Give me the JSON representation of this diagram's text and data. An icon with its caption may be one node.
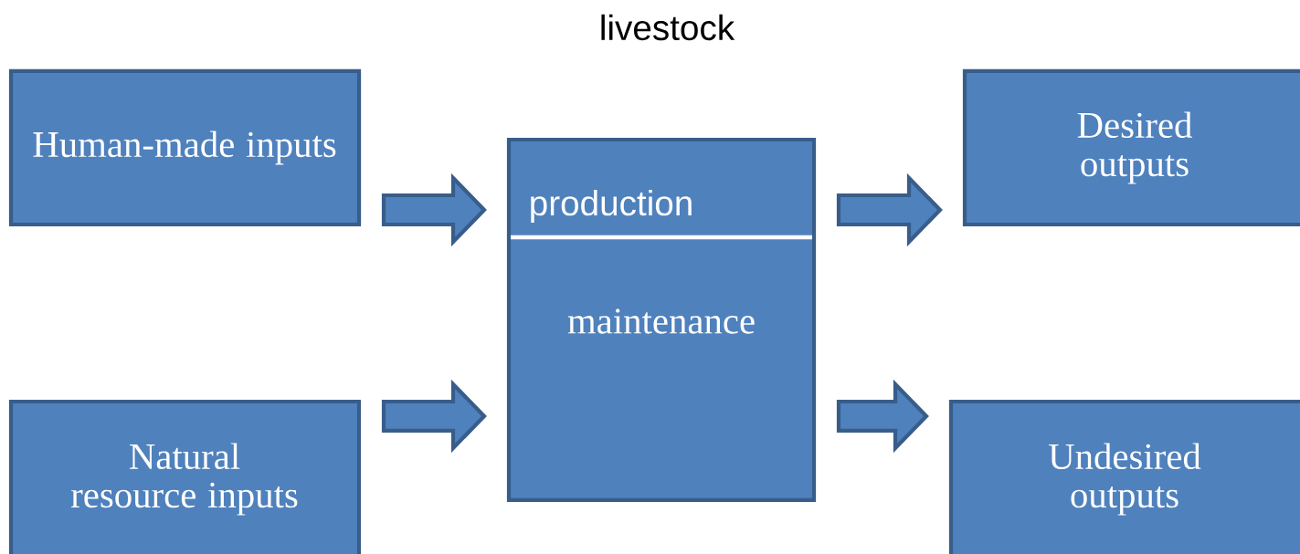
{
  "diagram": {
    "title": "livestock",
    "nodes": [
      {
        "text": [
          "Human-made inputs"
        ]
      },
      {
        "text": [
          "Natural resource inputs"
        ]
      },
      {
        "text": [
          "production",
          "maintenance"
        ]
      },
      {
        "text": [
          "Desired outputs"
        ]
      },
      {
        "text": [
          "Undesired outputs"
        ]
      }
    ],
    "edges": [
      {
        "from": 0,
        "to": 2,
        "arrow": "to"
      },
      {
        "from": 1,
        "to": 2,
        "arrow": "to"
      },
      {
        "from": 2,
        "to": 3,
        "arrow": "to"
      },
      {
        "from": 2,
        "to": 4,
        "arrow": "to"
      }
    ]
  }
}
